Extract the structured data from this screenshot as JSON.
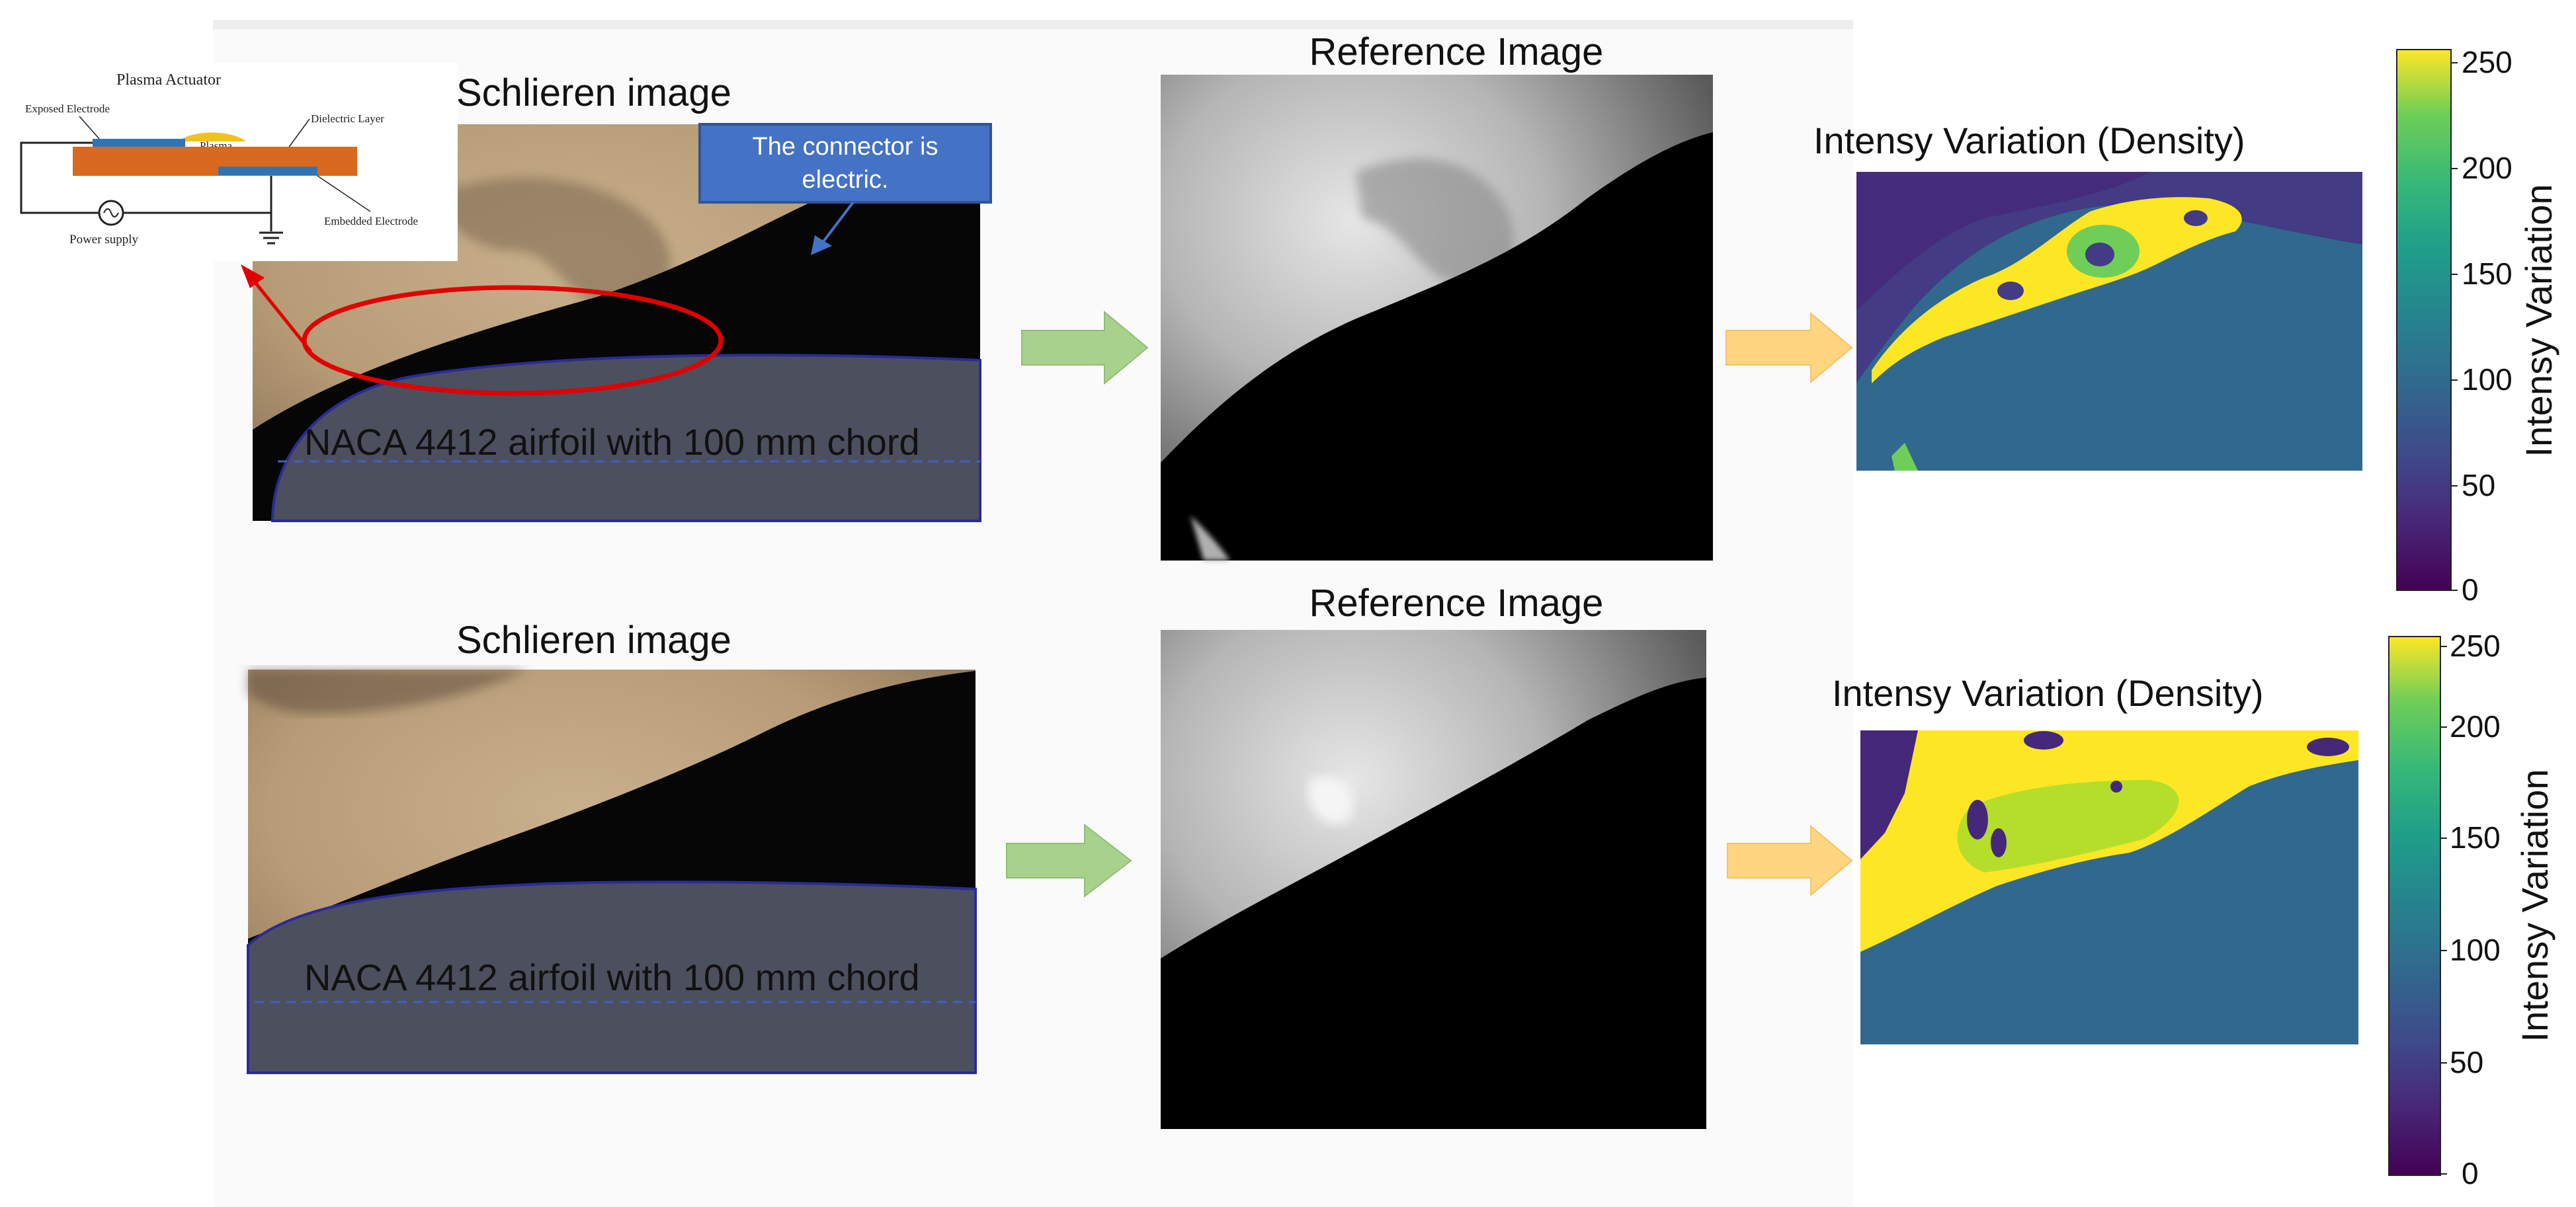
{
  "actuator": {
    "title": "Plasma Actuator",
    "exposed_electrode": "Exposed Electrode",
    "plasma": "Plasma",
    "dielectric_layer": "Dielectric Layer",
    "embedded_electrode": "Embedded Electrode",
    "power_supply": "Power supply"
  },
  "callout_text_line1": "The connector is",
  "callout_text_line2": "electric.",
  "rows": [
    {
      "schlieren_title": "Schlieren image",
      "airfoil_label": "NACA 4412 airfoil with 100 mm chord",
      "reference_title": "Reference Image",
      "intensity_title": "Intensy Variation (Density)"
    },
    {
      "schlieren_title": "Schlieren image",
      "airfoil_label": "NACA 4412 airfoil with 100 mm chord",
      "reference_title": "Reference Image",
      "intensity_title": "Intensy Variation (Density)"
    }
  ],
  "colorbars": [
    {
      "label": "Intensy Variation",
      "ticks": [
        "250",
        "200",
        "150",
        "100",
        "50",
        "0"
      ]
    },
    {
      "label": "Intensy Variation",
      "ticks": [
        "250",
        "200",
        "150",
        "100",
        "50",
        "0"
      ]
    }
  ],
  "colors": {
    "viridis_yellow": "#fde725",
    "viridis_green": "#35b779",
    "viridis_teal": "#21908d",
    "viridis_blue": "#31688e",
    "viridis_indigo": "#443983",
    "viridis_purple": "#440154",
    "arrow_green": "#a9d18e",
    "arrow_orange": "#ffd580",
    "callout_blue": "#4472c4",
    "ellipse_red": "#e00000"
  }
}
